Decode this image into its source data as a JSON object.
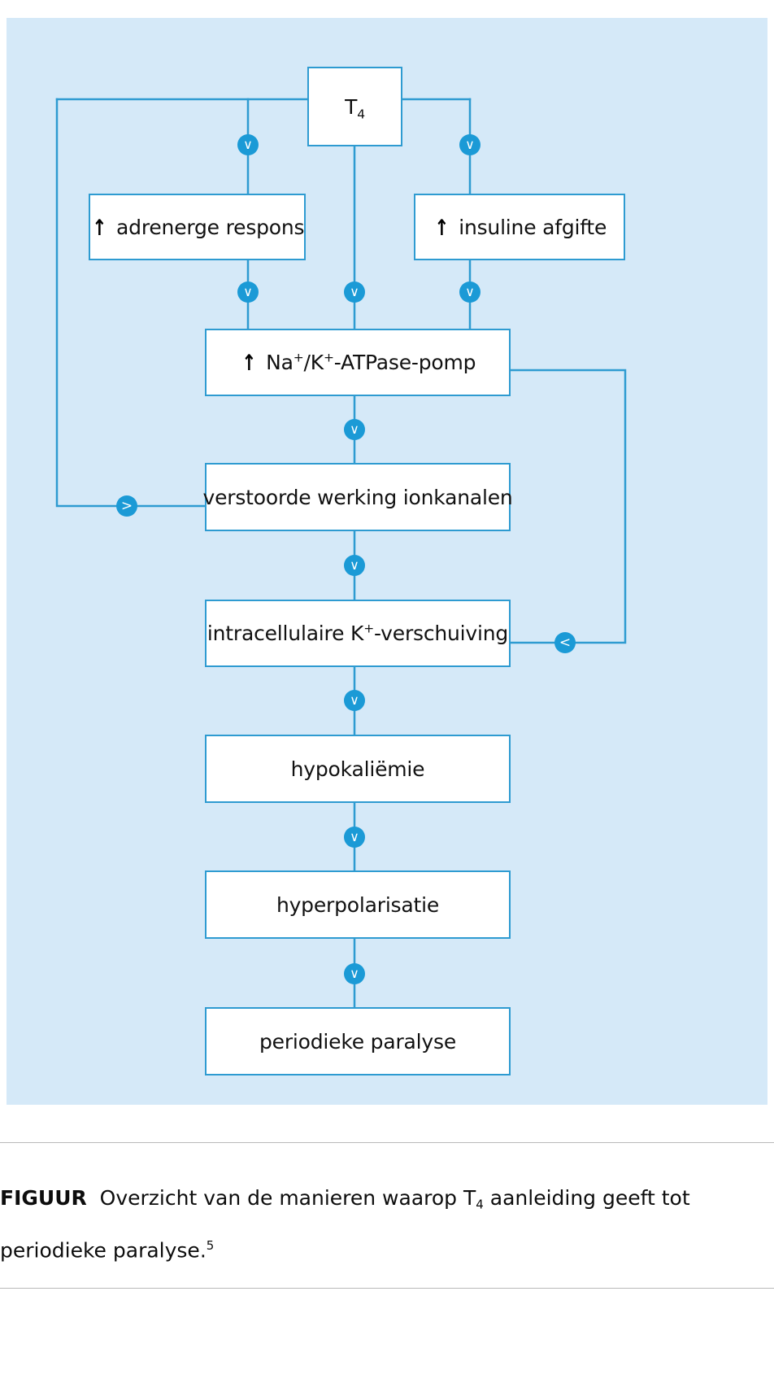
{
  "figure": {
    "panel_bg": "#d5e9f8",
    "accent": "#2e9bd1",
    "marker_fill": "#1b9ad6",
    "box_fill": "#ffffff",
    "nodes": [
      {
        "id": "t4",
        "label_html": "T<sub>4</sub>",
        "plain": "T4"
      },
      {
        "id": "adrenerg",
        "label_html": "adrenerge respons",
        "plain": "↑ adrenerge respons",
        "arrow": "up"
      },
      {
        "id": "insuline",
        "label_html": "insuline afgifte",
        "plain": "↑ insuline afgifte",
        "arrow": "up"
      },
      {
        "id": "natpase",
        "label_html": "Na<sup>+</sup>/K<sup>+</sup>-ATPase-pomp",
        "plain": "↑ Na+/K+-ATPase-pomp",
        "arrow": "up"
      },
      {
        "id": "ionkanalen",
        "label_html": "verstoorde werking ionkanalen",
        "plain": "verstoorde werking ionkanalen"
      },
      {
        "id": "kverschuiving",
        "label_html": "intracellulaire K<sup>+</sup>-verschuiving",
        "plain": "intracellulaire K+-verschuiving"
      },
      {
        "id": "hypokaliemie",
        "label_html": "hypokaliëmie",
        "plain": "hypokaliëmie"
      },
      {
        "id": "hyperpol",
        "label_html": "hyperpolarisatie",
        "plain": "hyperpolarisatie"
      },
      {
        "id": "paralyse",
        "label_html": "periodieke paralyse",
        "plain": "periodieke paralyse"
      }
    ],
    "markers": {
      "down": "∨",
      "right": ">",
      "left": "<"
    }
  },
  "caption": {
    "lead": "FIGUUR",
    "text_before": "Overzicht van de manieren waarop T",
    "subscript": "4",
    "text_after": " aanleiding geeft tot periodieke paralyse.",
    "reference": "5"
  },
  "chart_data": {
    "type": "diagram",
    "title": "Overzicht van de manieren waarop T4 aanleiding geeft tot periodieke paralyse.",
    "nodes": [
      "T4",
      "↑ adrenerge respons",
      "↑ insuline afgifte",
      "↑ Na+/K+-ATPase-pomp",
      "verstoorde werking ionkanalen",
      "intracellulaire K+-verschuiving",
      "hypokaliëmie",
      "hyperpolarisatie",
      "periodieke paralyse"
    ],
    "edges": [
      {
        "from": "T4",
        "to": "↑ adrenerge respons",
        "marker": "down"
      },
      {
        "from": "T4",
        "to": "↑ insuline afgifte",
        "marker": "down"
      },
      {
        "from": "T4",
        "to": "↑ Na+/K+-ATPase-pomp",
        "marker": "down"
      },
      {
        "from": "↑ adrenerge respons",
        "to": "↑ Na+/K+-ATPase-pomp",
        "marker": "down"
      },
      {
        "from": "↑ insuline afgifte",
        "to": "↑ Na+/K+-ATPase-pomp",
        "marker": "down"
      },
      {
        "from": "↑ Na+/K+-ATPase-pomp",
        "to": "verstoorde werking ionkanalen",
        "marker": "down"
      },
      {
        "from": "verstoorde werking ionkanalen",
        "to": "intracellulaire K+-verschuiving",
        "marker": "down"
      },
      {
        "from": "intracellulaire K+-verschuiving",
        "to": "hypokaliëmie",
        "marker": "down"
      },
      {
        "from": "hypokaliëmie",
        "to": "hyperpolarisatie",
        "marker": "down"
      },
      {
        "from": "hyperpolarisatie",
        "to": "periodieke paralyse",
        "marker": "down"
      },
      {
        "from": "T4",
        "to": "verstoorde werking ionkanalen",
        "marker": "right",
        "route": "left-loop"
      },
      {
        "from": "↑ Na+/K+-ATPase-pomp",
        "to": "intracellulaire K+-verschuiving",
        "marker": "left",
        "route": "right-loop"
      }
    ]
  }
}
